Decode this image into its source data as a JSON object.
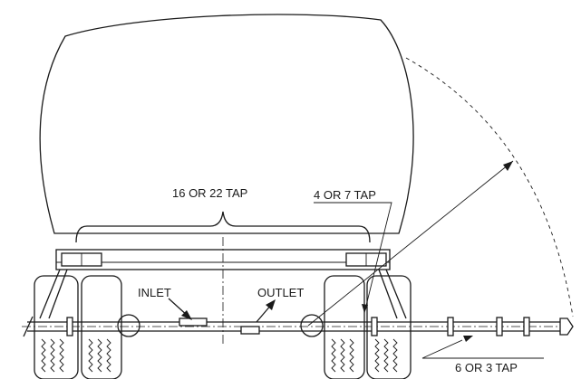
{
  "labels": {
    "top_taps": "16 OR 22 TAP",
    "side_taps": "4 OR 7 TAP",
    "inlet": "INLET",
    "outlet": "OUTLET",
    "bottom_taps": "6 OR 3 TAP"
  }
}
